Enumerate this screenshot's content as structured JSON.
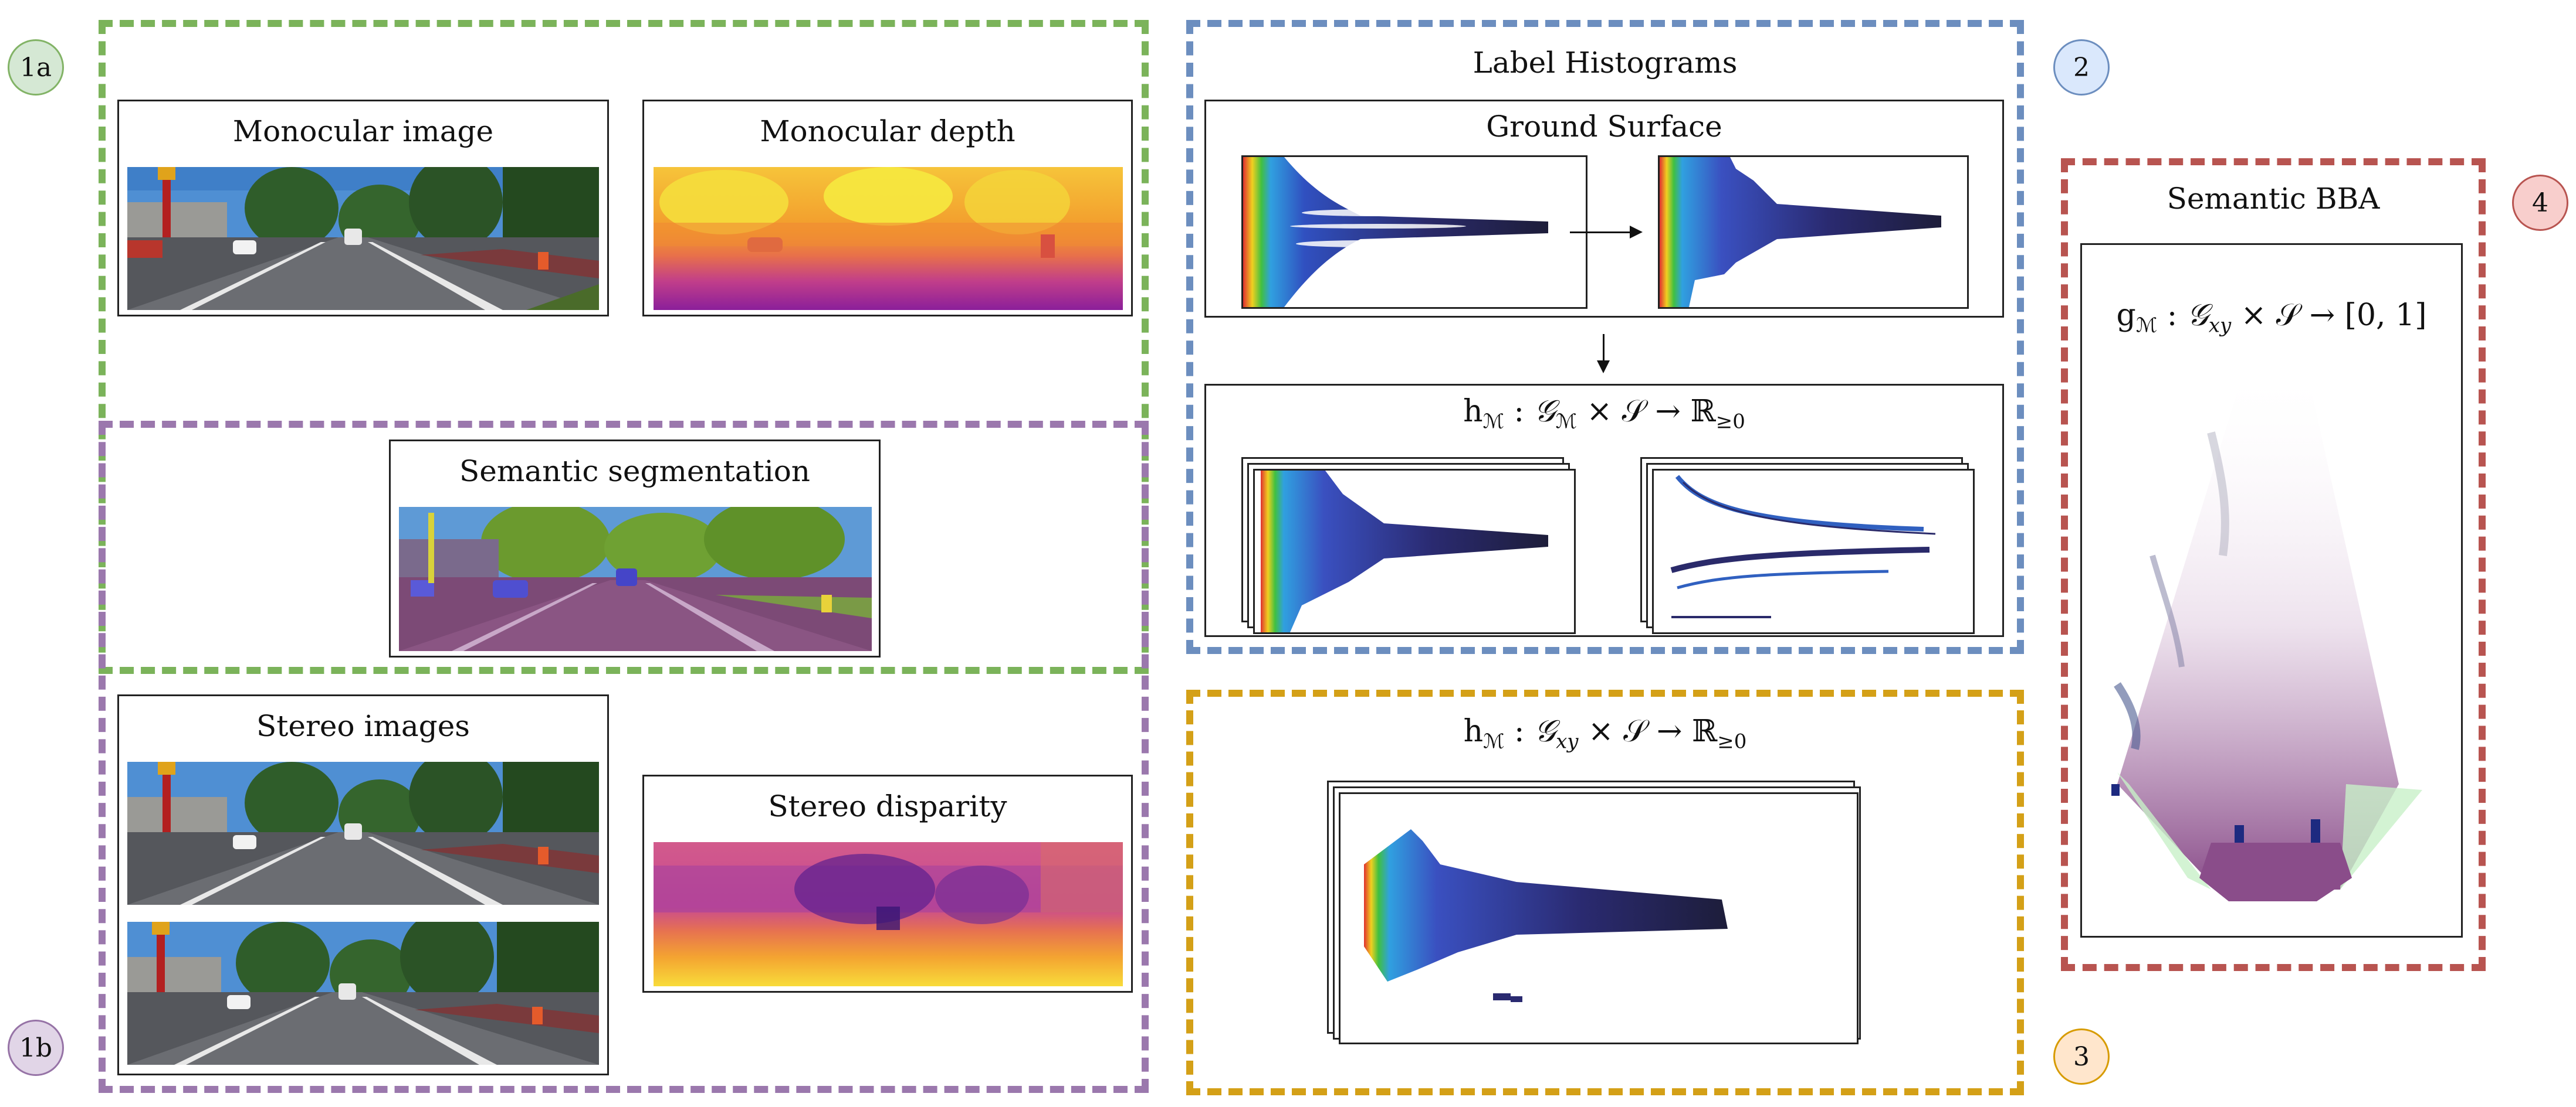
{
  "badges": {
    "b1a": "1a",
    "b1b": "1b",
    "b2": "2",
    "b3": "3",
    "b4": "4"
  },
  "colors": {
    "green": "#7bb35a",
    "purple": "#9b78ad",
    "blue": "#6c8ebf",
    "gold": "#d4a017",
    "red": "#b85450",
    "badge_green_fill": "#d5e8d4",
    "badge_purple_fill": "#e1d5e7",
    "badge_blue_fill": "#dae8fc",
    "badge_gold_fill": "#ffe6cc",
    "badge_red_fill": "#f8cecc"
  },
  "panel1a": {
    "mono_image_title": "Monocular image",
    "mono_depth_title": "Monocular depth",
    "semseg_title": "Semantic segmentation"
  },
  "panel1b": {
    "stereo_images_title": "Stereo images",
    "stereo_disparity_title": "Stereo disparity"
  },
  "panel2": {
    "heading": "Label Histograms",
    "ground_title": "Ground Surface",
    "formula_pre": "h",
    "formula_mid": " : ",
    "formula_body": "𝒢",
    "formula_tail": " × 𝒮 → ℝ",
    "formula_sub_m": "ℳ",
    "formula_sub_ge": "≥0"
  },
  "panel3": {
    "formula_pre": "h",
    "formula_sub_m": "ℳ",
    "formula_mid": " : ",
    "formula_body": "𝒢",
    "formula_sub_xy": "xy",
    "formula_tail": " × 𝒮 → ℝ",
    "formula_sub_ge": "≥0"
  },
  "panel4": {
    "heading": "Semantic BBA",
    "formula_pre": "g",
    "formula_sub_m": "ℳ",
    "formula_mid": " : ",
    "formula_body": "𝒢",
    "formula_sub_xy": "xy",
    "formula_tail": " × 𝒮 → [0, 1]"
  }
}
